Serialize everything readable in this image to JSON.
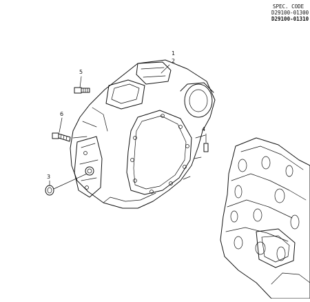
{
  "spec": {
    "heading": "SPEC. CODE",
    "code1": "D29100-01300",
    "code2": "D29100-01310"
  },
  "callouts": {
    "c1": "1",
    "c2": "2",
    "c3": "3",
    "c4": "4",
    "c5": "5",
    "c6": "6"
  }
}
